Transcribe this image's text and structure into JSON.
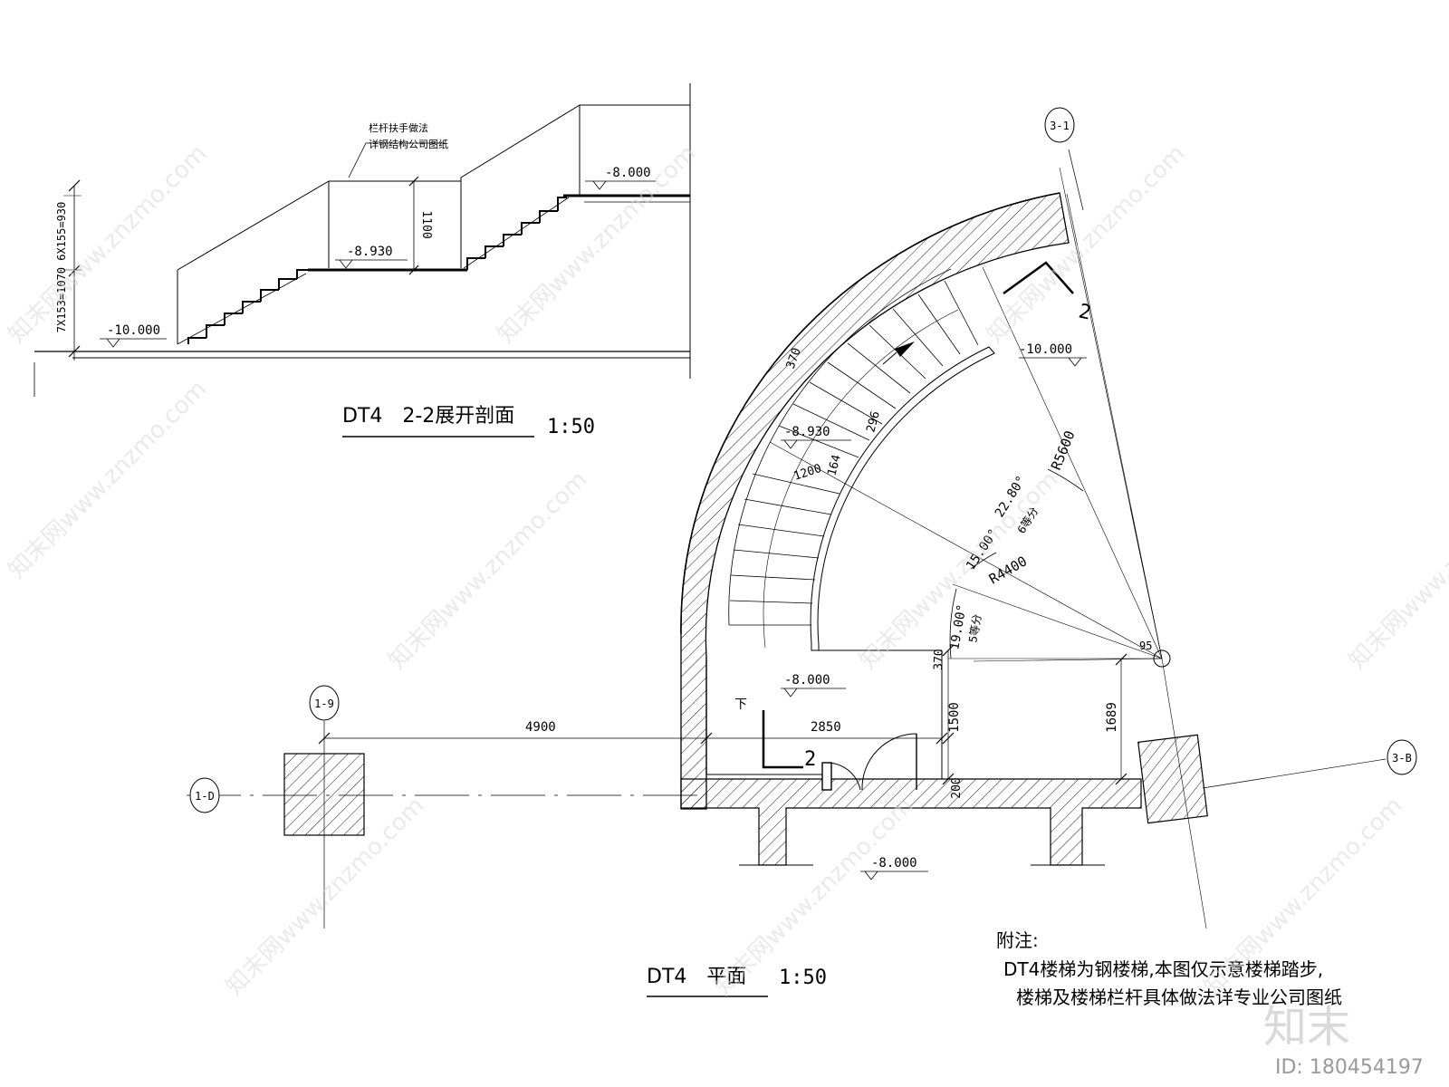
{
  "section": {
    "title": "DT4　2-2展开剖面",
    "scale": "1:50",
    "note_line1": "栏杆扶手做法",
    "note_line2": "详钢结构公司图纸",
    "level_top": "-8.000",
    "level_mid": "-8.930",
    "level_bottom": "-10.000",
    "dim_vertical": "7X153=1070 6X155=930",
    "dim_rail": "1100"
  },
  "plan": {
    "title": "DT4　平面",
    "scale": "1:50",
    "grid_31": "3-1",
    "grid_19": "1-9",
    "grid_1D": "1-D",
    "grid_3B": "3-B",
    "section_mark": "2",
    "level_landing": "-10.000",
    "level_mid": "-8.930",
    "level_entry": "-8.000",
    "level_bottom": "-8.000",
    "label_down": "下",
    "dim_4900": "4900",
    "dim_2850": "2850",
    "dim_1500": "1500",
    "dim_1689": "1689",
    "dim_200": "200",
    "dim_370a": "370",
    "dim_370b": "370",
    "dim_296": "296",
    "dim_164": "164",
    "dim_1200": "1200",
    "dim_95": "95",
    "radius_outer": "R5600",
    "radius_inner": "R4400",
    "angle_a": "22.80°",
    "angle_b": "15.00°",
    "angle_c": "19.00°",
    "div_a": "6等分",
    "div_c": "5等分"
  },
  "notes": {
    "heading": "附注:",
    "line1": "DT4楼梯为钢楼梯,本图仅示意楼梯踏步,",
    "line2": "楼梯及楼梯栏杆具体做法详专业公司图纸"
  },
  "watermark": {
    "text": "知末网www.znzmo.com",
    "logo": "知末",
    "id": "ID: 180454197"
  }
}
